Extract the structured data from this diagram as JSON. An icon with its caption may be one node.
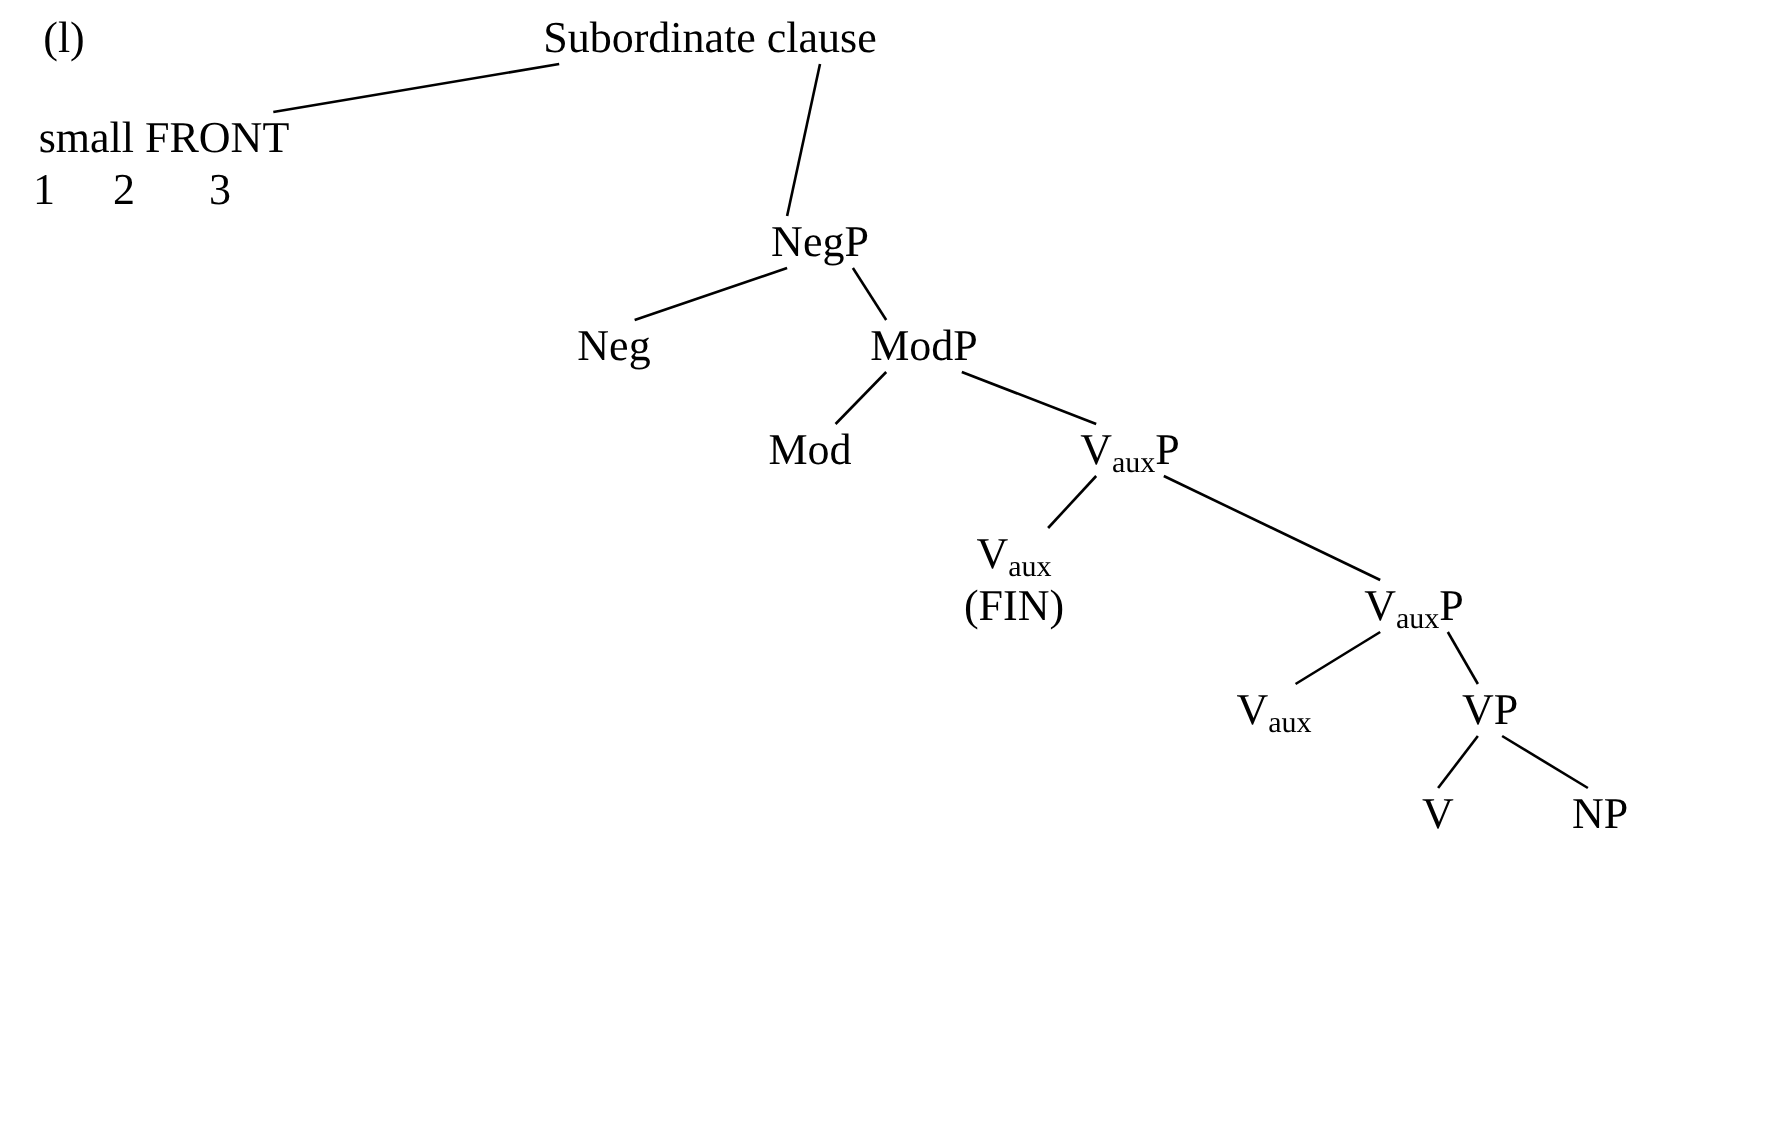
{
  "diagram": {
    "nodes": [
      {
        "text": [
          "Subordinate clause"
        ]
      },
      {
        "text": [
          "small FRONT"
        ]
      },
      {
        "text": [
          "NegP"
        ]
      },
      {
        "text": [
          "Neg"
        ]
      },
      {
        "text": [
          "ModP"
        ]
      },
      {
        "text": [
          "Mod"
        ]
      },
      {
        "text": [
          "V$_{aux}$P"
        ]
      },
      {
        "text": [
          "V$_{aux}$",
          "(FIN)"
        ]
      },
      {
        "text": [
          "V$_{aux}$P"
        ]
      },
      {
        "text": [
          "V$_{aux}$"
        ]
      },
      {
        "text": [
          "VP"
        ]
      },
      {
        "text": [
          "V"
        ]
      },
      {
        "text": [
          "NP"
        ]
      }
    ],
    "edges": [
      {
        "from": 0,
        "to": 1,
        "arrow": "none"
      },
      {
        "from": 0,
        "to": 2,
        "arrow": "none"
      },
      {
        "from": 2,
        "to": 3,
        "arrow": "none"
      },
      {
        "from": 2,
        "to": 4,
        "arrow": "none"
      },
      {
        "from": 4,
        "to": 5,
        "arrow": "none"
      },
      {
        "from": 4,
        "to": 6,
        "arrow": "none"
      },
      {
        "from": 6,
        "to": 7,
        "arrow": "none"
      },
      {
        "from": 6,
        "to": 8,
        "arrow": "none"
      },
      {
        "from": 8,
        "to": 9,
        "arrow": "none"
      },
      {
        "from": 8,
        "to": 10,
        "arrow": "none"
      },
      {
        "from": 10,
        "to": 11,
        "arrow": "none"
      },
      {
        "from": 10,
        "to": 12,
        "arrow": "none"
      }
    ],
    "labels": [
      "(l)",
      "1",
      "2",
      "3"
    ]
  }
}
